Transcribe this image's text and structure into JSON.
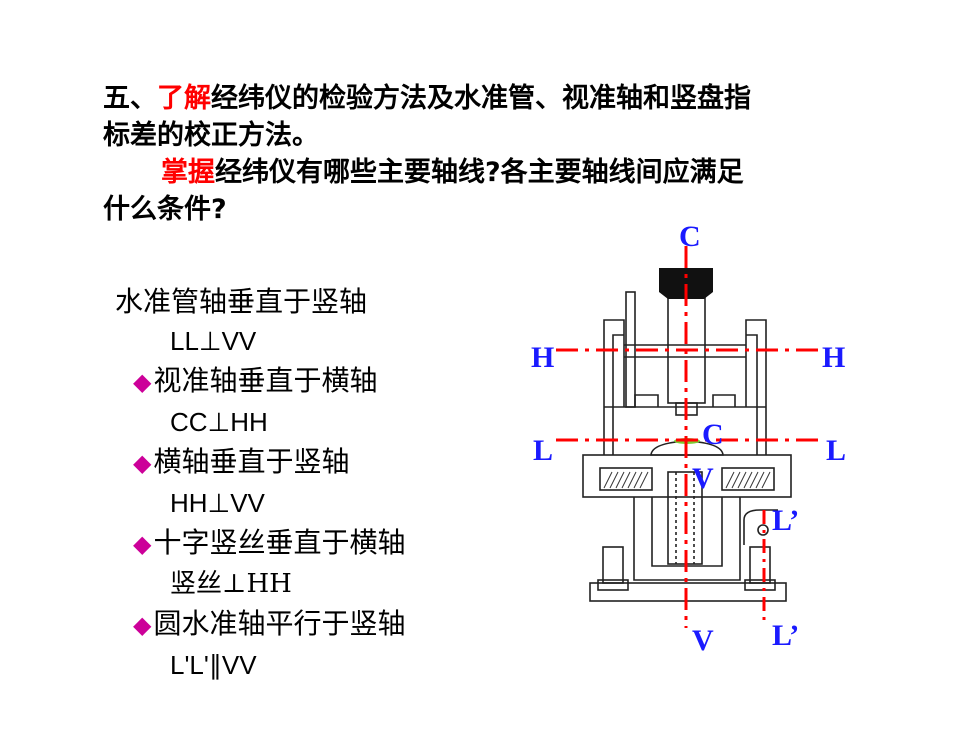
{
  "heading": {
    "line1_prefix": "五、",
    "line1_red": "了解",
    "line1_rest": "经纬仪的检验方法及水准管、视准轴和竖盘指",
    "line2": "标差的校正方法。",
    "line3_red": "掌握",
    "line3_rest": "经纬仪有哪些主要轴线?各主要轴线间应满足",
    "line4": "什么条件?"
  },
  "conditions": [
    {
      "text": "水准管轴垂直于竖轴",
      "formula": "LL⊥VV",
      "bullet": false
    },
    {
      "text": "视准轴垂直于横轴",
      "formula": "CC⊥HH",
      "bullet": true
    },
    {
      "text": "横轴垂直于竖轴",
      "formula": "HH⊥VV",
      "bullet": true
    },
    {
      "text": "十字竖丝垂直于横轴",
      "formula": "竖丝⊥HH",
      "bullet": true
    },
    {
      "text": "圆水准轴平行于竖轴",
      "formula": "L'L'∥VV",
      "bullet": true
    }
  ],
  "diagram_labels": {
    "c_top": "C",
    "c_mid": "C",
    "h_left": "H",
    "h_right": "H",
    "l_left": "L",
    "l_right": "L",
    "v_top": "V",
    "v_bottom": "V",
    "lp_top": "L’",
    "lp_bottom": "L’"
  },
  "colors": {
    "heading_highlight": "#ff0000",
    "bullet": "#cc0099",
    "axis_line": "#ff0000",
    "axis_label": "#1a1aff"
  }
}
